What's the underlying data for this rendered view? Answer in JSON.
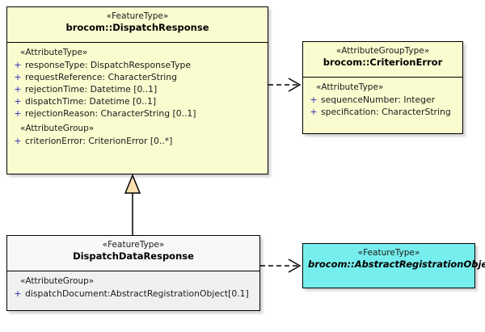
{
  "diagram": {
    "type": "uml-class-diagram",
    "background": "#ffffff",
    "colors": {
      "feature_type_fill": "#fbfbd0",
      "attribute_group_type_fill": "#fbfbd0",
      "subtype_fill": "#f0f0f0",
      "abstract_fill": "#77eeee",
      "border": "#000000",
      "visibility_marker": "#2b2bb5"
    }
  },
  "classes": {
    "dispatch_response": {
      "stereotype": "«FeatureType»",
      "name": "brocom::DispatchResponse",
      "sections": [
        {
          "group_label": "«AttributeType»",
          "attributes": [
            {
              "visibility": "+",
              "text": "responseType: DispatchResponseType"
            },
            {
              "visibility": "+",
              "text": "requestReference: CharacterString"
            },
            {
              "visibility": "+",
              "text": "rejectionTime: Datetime [0..1]"
            },
            {
              "visibility": "+",
              "text": "dispatchTime: Datetime [0..1]"
            },
            {
              "visibility": "+",
              "text": "rejectionReason: CharacterString [0..1]"
            }
          ]
        },
        {
          "group_label": "«AttributeGroup»",
          "attributes": [
            {
              "visibility": "+",
              "text": "criterionError: CriterionError [0..*]"
            }
          ]
        }
      ]
    },
    "criterion_error": {
      "stereotype": "«AttributeGroupType»",
      "name": "brocom::CriterionError",
      "sections": [
        {
          "group_label": "«AttributeType»",
          "attributes": [
            {
              "visibility": "+",
              "text": "sequenceNumber: Integer"
            },
            {
              "visibility": "+",
              "text": "specification: CharacterString"
            }
          ]
        }
      ]
    },
    "dispatch_data_response": {
      "stereotype": "«FeatureType»",
      "name": "DispatchDataResponse",
      "sections": [
        {
          "group_label": "«AttributeGroup»",
          "attributes": [
            {
              "visibility": "+",
              "text": "dispatchDocument:AbstractRegistrationObject[0.1]"
            }
          ]
        }
      ]
    },
    "abstract_registration_object": {
      "stereotype": "«FeatureType»",
      "name": "brocom::AbstractRegistrationObject",
      "abstract": true,
      "sections": []
    }
  },
  "relationships": [
    {
      "kind": "dependency",
      "style": "dashed-open-arrow",
      "from": "dispatch_response",
      "to": "criterion_error"
    },
    {
      "kind": "generalization",
      "style": "solid-hollow-triangle",
      "from": "dispatch_data_response",
      "to": "dispatch_response"
    },
    {
      "kind": "dependency",
      "style": "dashed-open-arrow",
      "from": "dispatch_data_response",
      "to": "abstract_registration_object"
    }
  ]
}
